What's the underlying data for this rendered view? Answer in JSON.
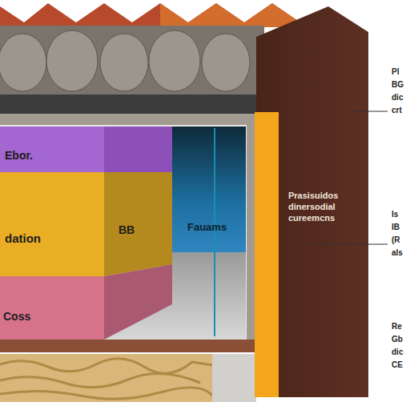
{
  "diagram": {
    "nodes": [
      {
        "text": [
          "Ebor."
        ]
      },
      {
        "text": [
          "dation",
          "BB"
        ]
      },
      {
        "text": [
          "Coss"
        ]
      },
      {
        "text": [
          "Fauams"
        ]
      },
      {
        "text": [
          "Prasisuidos dinersodial cureemcns"
        ]
      }
    ],
    "labels": [
      "Pl",
      "BG",
      "dic",
      "crt",
      "Is",
      "IB",
      "(R",
      "als",
      "Re",
      "Gb",
      "dic",
      "CE"
    ]
  }
}
